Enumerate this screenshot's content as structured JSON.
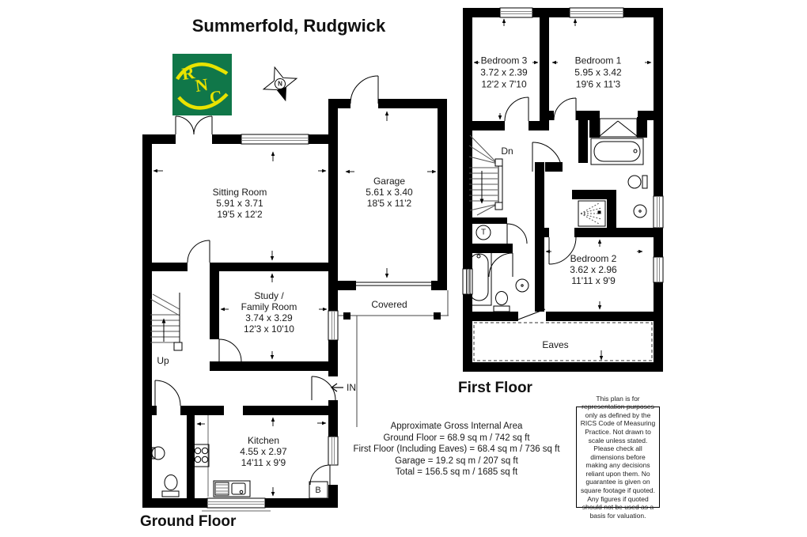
{
  "title": "Summerfold, Rudgwick",
  "logo": {
    "letters": [
      "R",
      "N",
      "C"
    ],
    "background_color": "#107749",
    "accent_color": "#e8e300"
  },
  "compass": {
    "north_label": "N"
  },
  "floor_labels": {
    "ground": "Ground Floor",
    "first": "First Floor"
  },
  "rooms": [
    {
      "name": "Sitting Room",
      "metric": "5.91 x 3.71",
      "imperial": "19'5 x 12'2"
    },
    {
      "name": "Garage",
      "metric": "5.61 x 3.40",
      "imperial": "18'5 x 11'2"
    },
    {
      "name": "Study /",
      "name2": "Family Room",
      "metric": "3.74 x 3.29",
      "imperial": "12'3 x 10'10"
    },
    {
      "name": "Kitchen",
      "metric": "4.55 x 2.97",
      "imperial": "14'11 x 9'9"
    },
    {
      "name": "Bedroom 3",
      "metric": "3.72 x 2.39",
      "imperial": "12'2 x 7'10"
    },
    {
      "name": "Bedroom 1",
      "metric": "5.95 x 3.42",
      "imperial": "19'6 x 11'3"
    },
    {
      "name": "Bedroom 2",
      "metric": "3.62 x 2.96",
      "imperial": "11'11 x 9'9"
    }
  ],
  "annotations": {
    "covered": "Covered",
    "eaves": "Eaves",
    "stairs_up": "Up",
    "stairs_down": "Dn",
    "entrance": "IN",
    "tank": "T",
    "boiler": "B"
  },
  "area_summary": {
    "heading": "Approximate Gross Internal Area",
    "lines": [
      "Ground Floor = 68.9 sq m / 742 sq ft",
      "First Floor (Including Eaves) = 68.4 sq m / 736 sq ft",
      "Garage = 19.2 sq m / 207 sq ft",
      "Total = 156.5 sq m / 1685 sq ft"
    ]
  },
  "disclaimer": "This plan is for representation purposes only as defined by the RICS Code of Measuring Practice. Not drawn to scale unless stated. Please check all dimensions before making any decisions reliant upon them. No guarantee is given on square footage if quoted. Any figures if quoted should not be used as a basis for valuation."
}
